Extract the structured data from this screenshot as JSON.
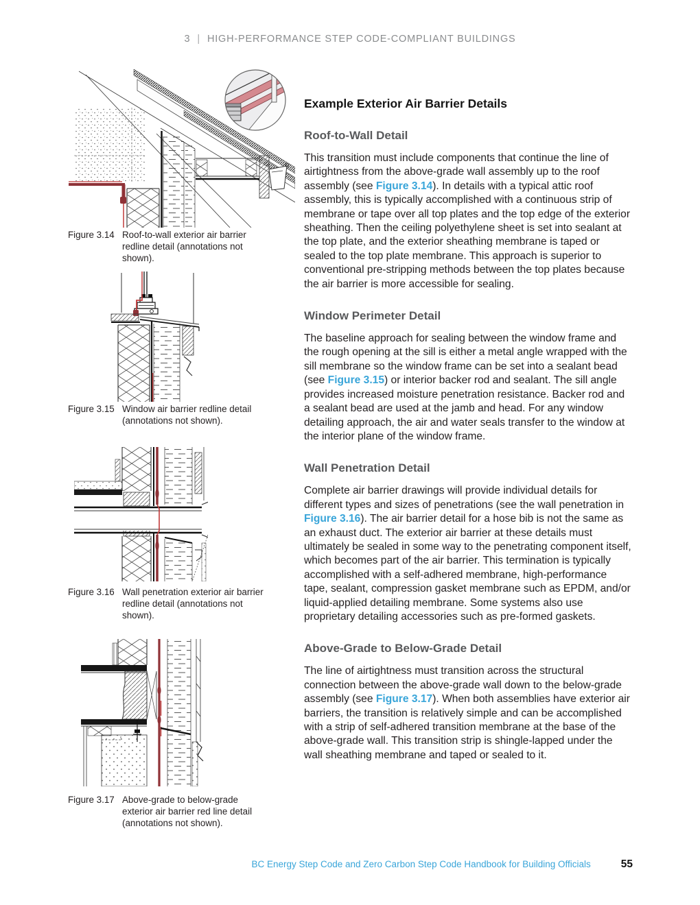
{
  "colors": {
    "accent_blue": "#39a5d9",
    "heading_gray": "#58595b",
    "header_gray": "#8a8c8e",
    "body_text": "#231f20",
    "redline_dark": "#8f3237",
    "redline_bright": "#c13a3a",
    "inset_membrane_pink": "#d4898f"
  },
  "header": {
    "chapter_number": "3",
    "divider": "|",
    "chapter_title": "HIGH-PERFORMANCE STEP CODE-COMPLIANT BUILDINGS"
  },
  "content": {
    "title": "Example Exterior Air Barrier Details",
    "sections": [
      {
        "heading": "Roof-to-Wall Detail",
        "para_pre": "This transition must include components that continue the line of airtightness from the above-grade wall assembly up to the roof assembly (see ",
        "link": "Figure 3.14",
        "para_post": "). In details with a typical attic roof assembly, this is typically accomplished with a continuous strip of membrane or tape over all top plates and the top edge of the exterior sheathing. Then the ceiling polyethylene sheet is set into sealant at the top plate, and the exterior sheathing membrane is taped or sealed to the top plate membrane. This approach is superior to conventional pre-stripping methods between the top plates because the air barrier is more accessible for sealing."
      },
      {
        "heading": "Window Perimeter Detail",
        "para_pre": "The baseline approach for sealing between the window frame and the rough opening at the sill is either a metal angle wrapped with the sill membrane so the window frame can be set into a sealant bead (see ",
        "link": "Figure 3.15",
        "para_post": ") or interior backer rod and sealant. The sill angle provides increased moisture penetration resistance. Backer rod and a sealant bead are used at the jamb and head. For any window detailing approach, the air and water seals transfer to the window at the interior plane of the window frame."
      },
      {
        "heading": "Wall Penetration Detail",
        "para_pre": "Complete air barrier drawings will provide individual details for different types and sizes of penetrations (see the wall penetration in ",
        "link": "Figure 3.16",
        "para_post": "). The air barrier detail for a hose bib is not the same as an exhaust duct. The exterior air barrier at these details must ultimately be sealed in some way to the penetrating component itself, which becomes part of the air barrier. This termination is typically accomplished with a self-adhered membrane, high-performance tape, sealant, compression gasket membrane such as EPDM, and/or liquid-applied detailing membrane. Some systems also use proprietary detailing accessories such as pre-formed gaskets."
      },
      {
        "heading": "Above-Grade to Below-Grade Detail",
        "para_pre": "The line of airtightness must transition across the structural connection between the above-grade wall down to the below-grade assembly (see ",
        "link": "Figure 3.17",
        "para_post": "). When both assemblies have exterior air barriers, the transition is relatively simple and can be accomplished with a strip of self-adhered transition membrane at the base of the above-grade wall. This transition strip is shingle-lapped under the wall sheathing membrane and taped or sealed to it."
      }
    ]
  },
  "figures": [
    {
      "label": "Figure 3.14",
      "caption": "Roof-to-wall exterior air barrier redline detail (annotations not shown)."
    },
    {
      "label": "Figure 3.15",
      "caption": "Window air barrier redline detail (annotations not shown)."
    },
    {
      "label": "Figure 3.16",
      "caption": "Wall penetration exterior air barrier redline detail (annotations not shown)."
    },
    {
      "label": "Figure 3.17",
      "caption": "Above-grade to below-grade exterior air barrier red line detail (annotations not shown)."
    }
  ],
  "footer": {
    "book_title": "BC Energy Step Code and Zero Carbon Step Code Handbook for Building Officials",
    "page_number": "55"
  }
}
